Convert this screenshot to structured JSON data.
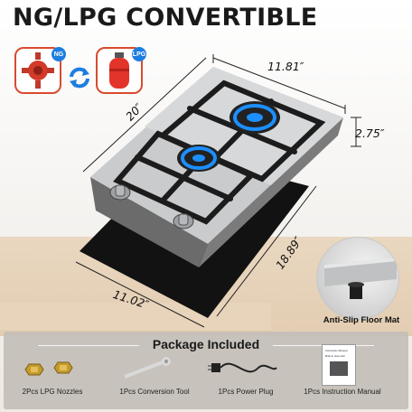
{
  "title": "NG/LPG CONVERTIBLE",
  "gas_types": {
    "ng_label": "NG",
    "lpg_label": "LPG"
  },
  "dimensions": {
    "top_width": "11.81″",
    "length": "20″",
    "height": "2.75″",
    "cutout_length": "18.89″",
    "cutout_width": "11.02″"
  },
  "floor_mat": {
    "label": "Anti-Slip Floor Mat"
  },
  "package": {
    "title": "Package Included",
    "items": [
      {
        "label": "2Pcs LPG Nozzles",
        "icon": "nozzles-icon"
      },
      {
        "label": "1Pcs Conversion Tool",
        "icon": "wrench-icon"
      },
      {
        "label": "1Pcs Power Plug",
        "icon": "power-plug-icon"
      },
      {
        "label": "1Pcs Instruction Manual",
        "icon": "manual-icon"
      }
    ],
    "manual_cover": {
      "line1": "Instruction Manual",
      "line2": "Built-in Gas Hob"
    }
  },
  "colors": {
    "accent_blue": "#1e7de0",
    "icon_border_red": "#d94a2f",
    "flame_blue": "#1c8fff",
    "steel": "#c9cbcd"
  }
}
